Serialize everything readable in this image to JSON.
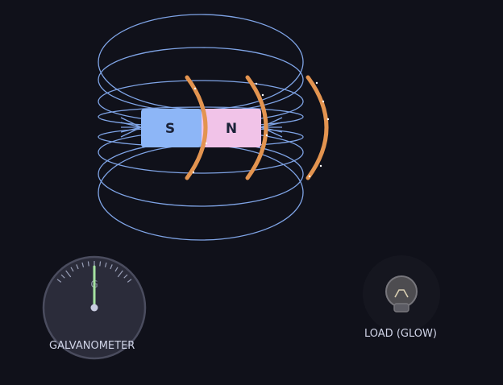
{
  "magnet": {
    "south_label": "S",
    "north_label": "N",
    "south_color": "#8db6f7",
    "north_color": "#f1c3e8"
  },
  "field": {
    "line_color": "#7fa4e6"
  },
  "coil": {
    "loop_color": "#e39450",
    "loop_count": 3
  },
  "galvanometer": {
    "label": "GALVANOMETER",
    "dial_letter": "G",
    "needle_color": "#a6e3a1",
    "needle_reading": 0
  },
  "load": {
    "label": "LOAD (GLOW)",
    "icon": "light-bulb-icon"
  }
}
